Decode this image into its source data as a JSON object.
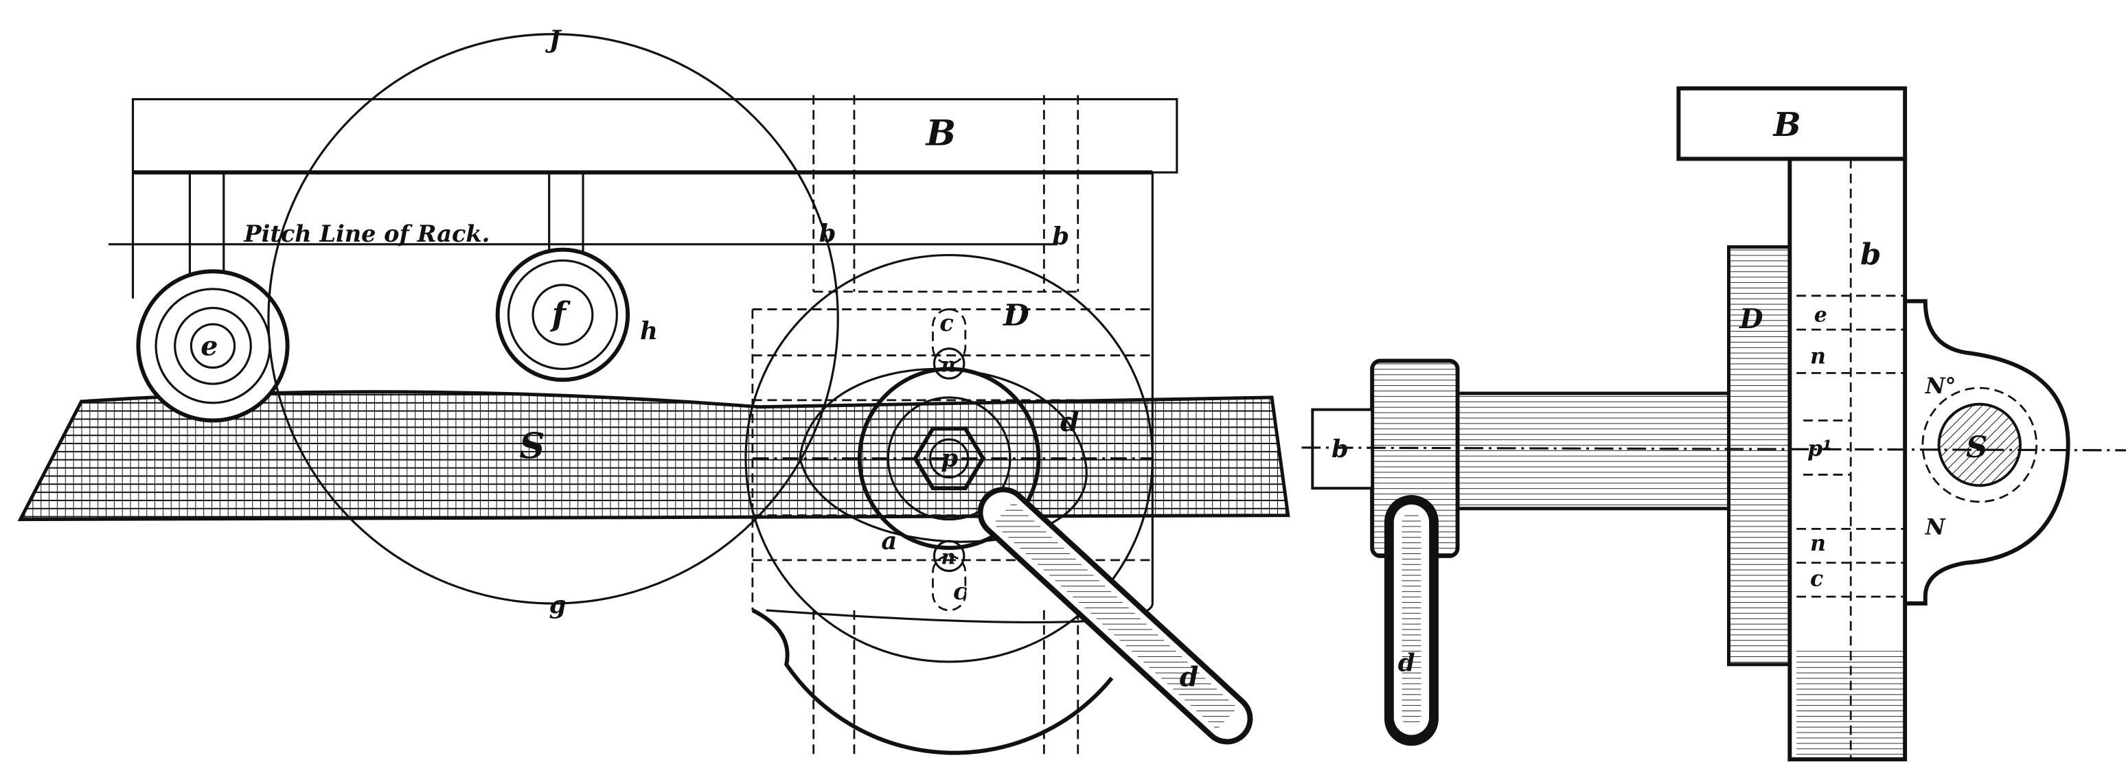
{
  "figure": {
    "front_view": {
      "labels": {
        "frame": "B",
        "b_left": "b",
        "b_right": "b",
        "pitch_line": "Pitch Line of Rack.",
        "roller_e": "e",
        "roller_f": "f",
        "h": "h",
        "gear": "D",
        "c_top": "c",
        "n_top": "n",
        "p": "p",
        "d_slot": "d",
        "a": "a",
        "n_bottom": "n",
        "c_bottom": "c",
        "handle": "d",
        "rack": "S",
        "circle_top": "J",
        "circle_bottom": "g"
      }
    },
    "side_view": {
      "labels": {
        "frame": "B",
        "b": "b",
        "gear": "D",
        "e": "e",
        "n_top": "n",
        "p1": "p¹",
        "n_bottom": "n",
        "c": "c",
        "N_top": "N°",
        "N_bottom": "N",
        "shaft": "S",
        "handle": "d",
        "pin": "b"
      }
    }
  }
}
